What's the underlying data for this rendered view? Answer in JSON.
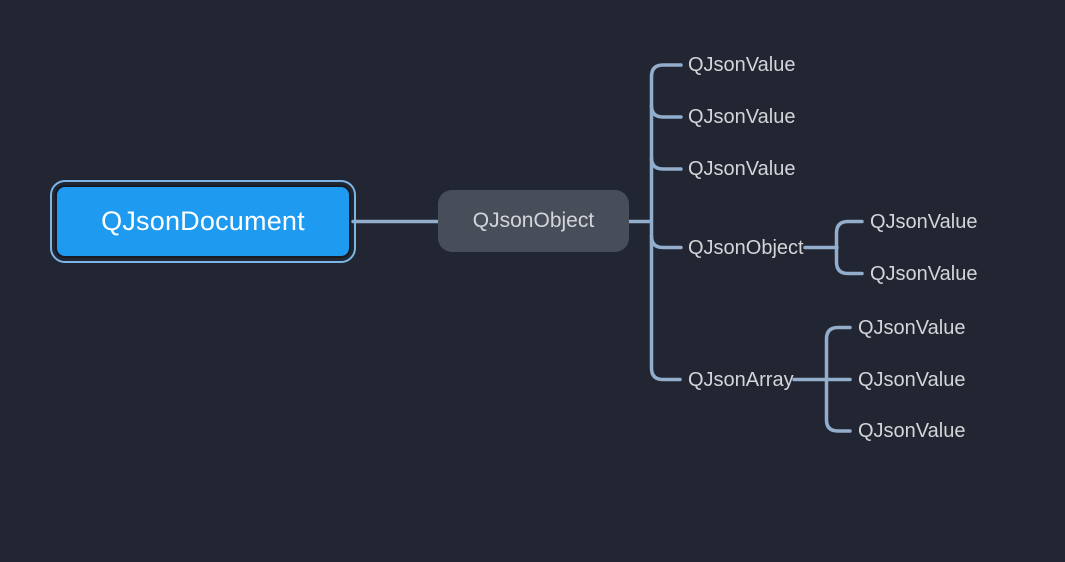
{
  "palette": {
    "background": "#212632",
    "root_fill": "#1e9af0",
    "root_text": "#ffffff",
    "selection_ring": "#7cb6e6",
    "branch_node_fill": "#484d5a",
    "node_text": "#d3d5d9",
    "connector": "#93adcc"
  },
  "mindmap": {
    "root": {
      "label": "QJsonDocument",
      "selected": true
    },
    "child": {
      "label": "QJsonObject"
    },
    "grandchildren": [
      {
        "label": "QJsonValue"
      },
      {
        "label": "QJsonValue"
      },
      {
        "label": "QJsonValue"
      },
      {
        "label": "QJsonObject"
      },
      {
        "label": "QJsonArray"
      }
    ],
    "object_children": [
      {
        "label": "QJsonValue"
      },
      {
        "label": "QJsonValue"
      }
    ],
    "array_children": [
      {
        "label": "QJsonValue"
      },
      {
        "label": "QJsonValue"
      },
      {
        "label": "QJsonValue"
      }
    ]
  }
}
